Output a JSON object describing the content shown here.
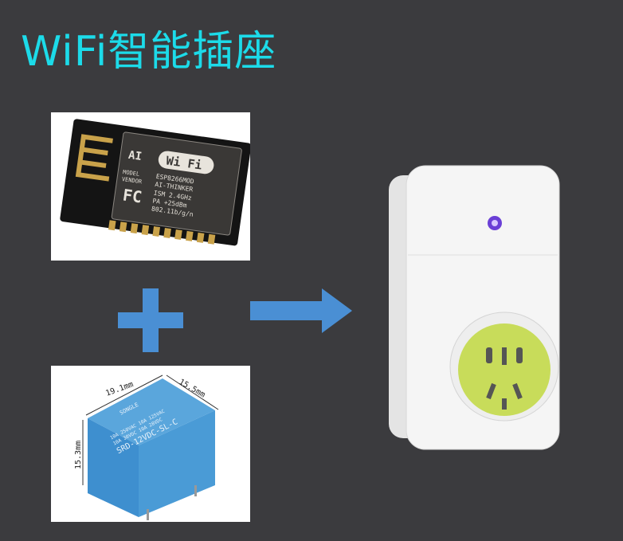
{
  "title": "WiFi智能插座",
  "wifi_module": {
    "logo_text": "Wi Fi",
    "model_label": "MODEL",
    "vendor_label": "VENDOR",
    "model": "ESP8266MOD",
    "vendor": "AI-THINKER",
    "ism": "ISM 2.4GHz",
    "pa": "PA +25dBm",
    "standard": "802.11b/g/n"
  },
  "relay": {
    "width_dim": "19.1mm",
    "depth_dim": "15.5mm",
    "height_dim": "15.3mm",
    "brand": "SONGLE",
    "rating1": "10A 250VAC 10A 125VAC",
    "rating2": "10A 30VDC 10A 28VDC",
    "model": "SRD-12VDC-SL-C"
  },
  "colors": {
    "title": "#1cdbe9",
    "symbol": "#4a8fd4",
    "socket": "#c8dc5a"
  }
}
